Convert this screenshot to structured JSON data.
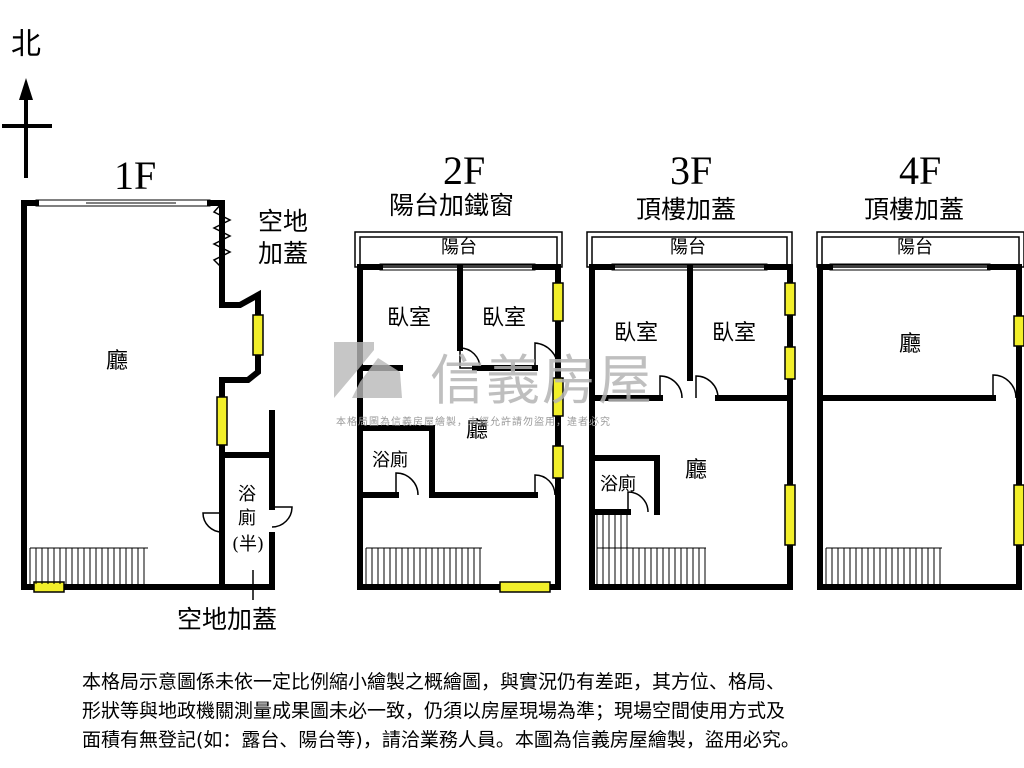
{
  "compass": {
    "north_label": "北"
  },
  "floors": [
    {
      "title": "1F",
      "subtitle": ""
    },
    {
      "title": "2F",
      "subtitle": "陽台加鐵窗"
    },
    {
      "title": "3F",
      "subtitle": "頂樓加蓋"
    },
    {
      "title": "4F",
      "subtitle": "頂樓加蓋"
    }
  ],
  "rooms": {
    "f1_hall": "廳",
    "f1_annex_top_1": "空地",
    "f1_annex_top_2": "加蓋",
    "f1_bath_1": "浴",
    "f1_bath_2": "廁",
    "f1_bath_3": "(半)",
    "f1_annex_bottom": "空地加蓋",
    "f2_balcony": "陽台",
    "f2_bedroom_1": "臥室",
    "f2_bedroom_2": "臥室",
    "f2_hall": "廳",
    "f2_bath": "浴廁",
    "f3_balcony": "陽台",
    "f3_bedroom_1": "臥室",
    "f3_bedroom_2": "臥室",
    "f3_hall": "廳",
    "f3_bath": "浴廁",
    "f4_balcony": "陽台",
    "f4_hall": "廳"
  },
  "watermark": {
    "brand": "信義房屋",
    "note": "本格局圖為信義房屋繪製，未經允許請勿盜用，違者必究"
  },
  "disclaimer": [
    "本格局示意圖係未依一定比例縮小繪製之概繪圖，與實況仍有差距，其方位、格局、",
    "形狀等與地政機關測量成果圖未必一致，仍須以房屋現場為準；現場空間使用方式及",
    "面積有無登記(如：露台、陽台等)，請洽業務人員。本圖為信義房屋繪製，盜用必究。"
  ],
  "colors": {
    "wall": "#000000",
    "window": "#f2ef2a",
    "watermark": "#b4b4b4"
  }
}
